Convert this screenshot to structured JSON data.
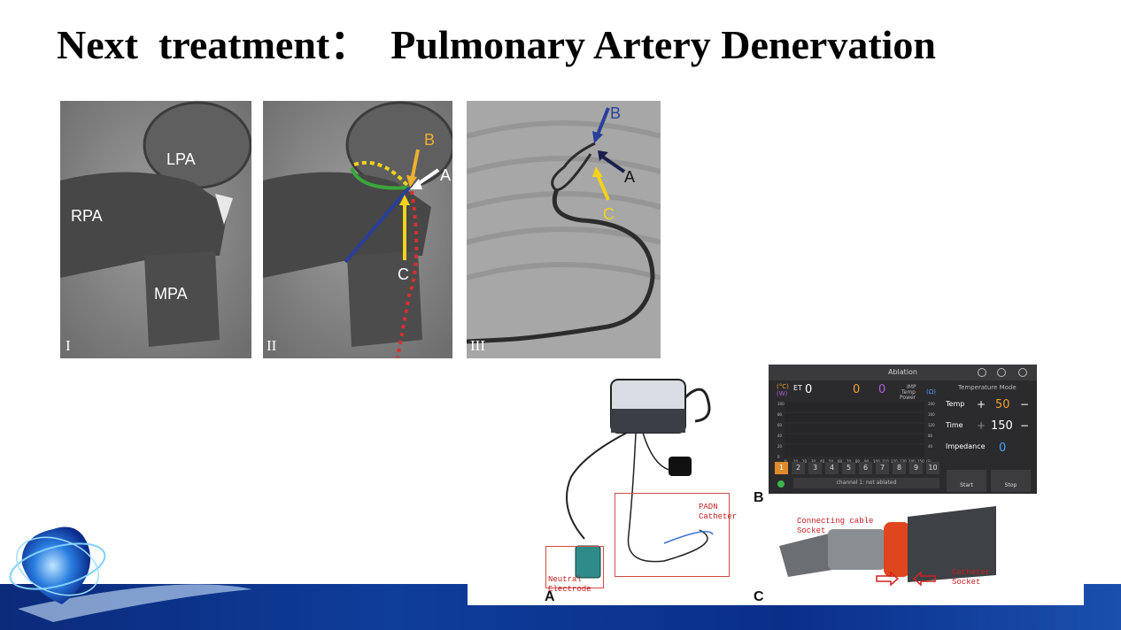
{
  "title": "Next  treatment：  Pulmonary Artery Denervation",
  "angiography": {
    "panel_1": {
      "roman": "I",
      "labels": {
        "lpa": "LPA",
        "rpa": "RPA",
        "mpa": "MPA"
      }
    },
    "panel_2": {
      "roman": "II",
      "labels": {
        "a": "A",
        "b": "B",
        "c": "C"
      }
    },
    "panel_3": {
      "roman": "III",
      "labels": {
        "a": "A",
        "b": "B",
        "c": "C"
      }
    }
  },
  "device_figure": {
    "letters": {
      "a": "A",
      "b": "B",
      "c": "C"
    },
    "neutral_electrode": [
      "Neutral",
      "Electrode"
    ],
    "padn_catheter": [
      "PADN",
      "Catheter"
    ],
    "connecting_cable": [
      "Connecting cable",
      "Socket"
    ],
    "catheter_socket": [
      "Catheter",
      "Socket"
    ]
  },
  "console": {
    "title": "Ablation",
    "unit_left": "(°C)",
    "unit_left_2": "(W)",
    "unit_right": "(Ω)",
    "et_label": "ET",
    "et_value": "0",
    "temp_readout": "0",
    "power_readout": "0",
    "legend": [
      "IMP",
      "Temp",
      "Power"
    ],
    "mode": "Temperature Mode",
    "temp_label": "Temp",
    "temp_value": "50",
    "time_label": "Time",
    "time_value": "150",
    "impedance_label": "Impedance",
    "impedance_value": "0",
    "plus": "+",
    "minus": "−",
    "y_ticks_left": [
      "100",
      "80",
      "60",
      "40",
      "20",
      "0"
    ],
    "y_ticks_right": [
      "200",
      "160",
      "120",
      "80",
      "40"
    ],
    "x_ticks": [
      "0",
      "10",
      "20",
      "30",
      "40",
      "50",
      "60",
      "70",
      "80",
      "90",
      "100",
      "110",
      "120",
      "130",
      "140",
      "150"
    ],
    "x_unit": "(S)",
    "channels": [
      "1",
      "2",
      "3",
      "4",
      "5",
      "6",
      "7",
      "8",
      "9",
      "10"
    ],
    "status": "channel 1: not ablated",
    "start": "Start",
    "stop": "Stop"
  },
  "colors": {
    "banner": "#0e3d9a",
    "orange": "#f0b030",
    "blue_line": "#2a3f9a",
    "green_line": "#3aa63a",
    "yellow_dots": "#f2d21c",
    "red_dots": "#d83030",
    "console_orange": "#f0a030",
    "console_purple": "#b060d8",
    "console_blue": "#4aa0ff"
  }
}
